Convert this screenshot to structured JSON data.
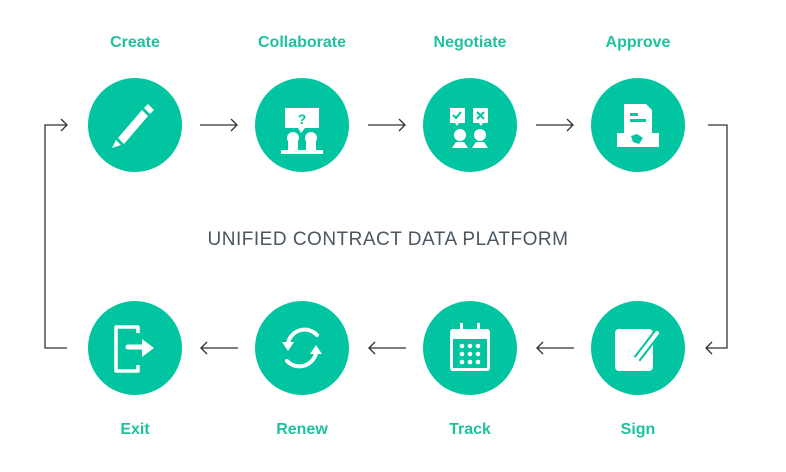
{
  "title": "UNIFIED CONTRACT DATA PLATFORM",
  "accent_color": "#00c5a0",
  "steps": [
    {
      "label": "Create",
      "icon": "pencil-icon"
    },
    {
      "label": "Collaborate",
      "icon": "people-question-icon"
    },
    {
      "label": "Negotiate",
      "icon": "negotiation-icon"
    },
    {
      "label": "Approve",
      "icon": "document-handshake-icon"
    },
    {
      "label": "Sign",
      "icon": "sign-pad-icon"
    },
    {
      "label": "Track",
      "icon": "calendar-icon"
    },
    {
      "label": "Renew",
      "icon": "refresh-icon"
    },
    {
      "label": "Exit",
      "icon": "exit-icon"
    }
  ]
}
